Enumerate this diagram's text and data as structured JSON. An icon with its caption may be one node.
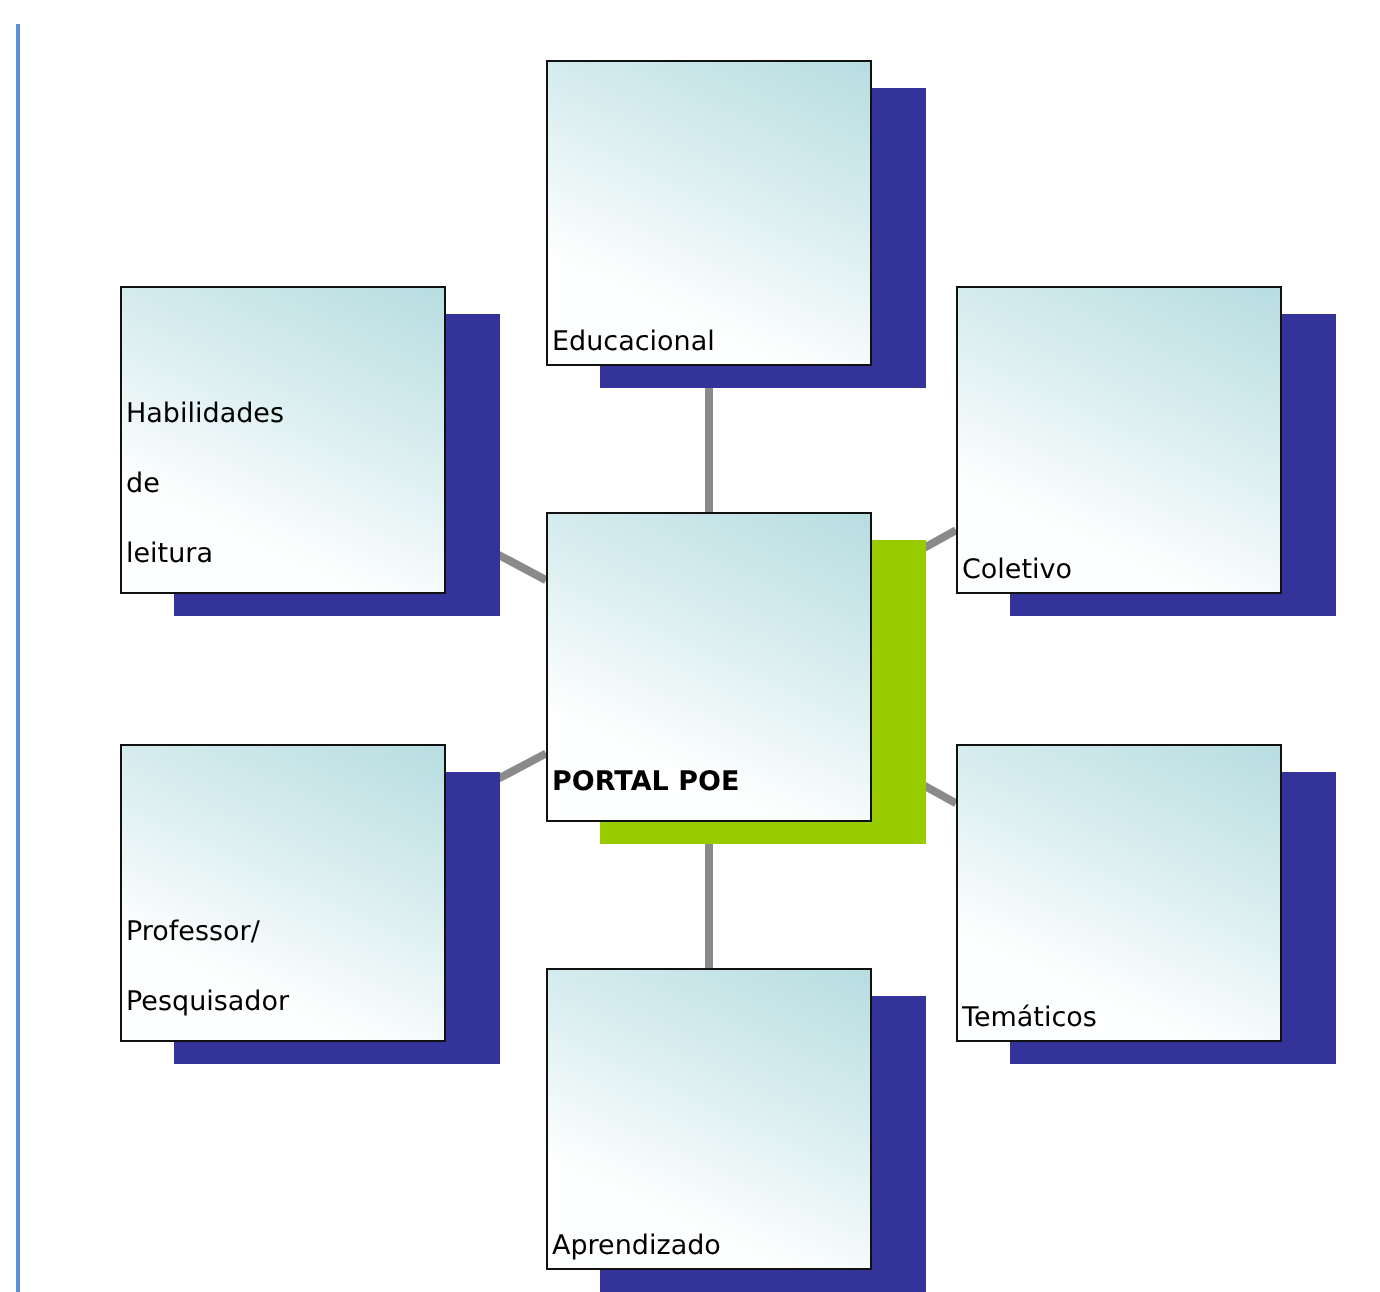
{
  "diagram": {
    "nodes": [
      {
        "text": [
          "Educacional"
        ]
      },
      {
        "text": [
          "Habilidades de leitura"
        ]
      },
      {
        "text": [
          "Coletivo"
        ]
      },
      {
        "text": [
          "PORTAL POE"
        ]
      },
      {
        "text": [
          "Professor/ Pesquisador"
        ]
      },
      {
        "text": [
          "Temáticos"
        ]
      },
      {
        "text": [
          "Aprendizado"
        ]
      }
    ],
    "edges": [
      {
        "from": 3,
        "to": 0,
        "arrow": "none"
      },
      {
        "from": 3,
        "to": 1,
        "arrow": "none"
      },
      {
        "from": 3,
        "to": 2,
        "arrow": "none"
      },
      {
        "from": 3,
        "to": 4,
        "arrow": "none"
      },
      {
        "from": 3,
        "to": 5,
        "arrow": "none"
      },
      {
        "from": 3,
        "to": 6,
        "arrow": "none"
      }
    ]
  }
}
